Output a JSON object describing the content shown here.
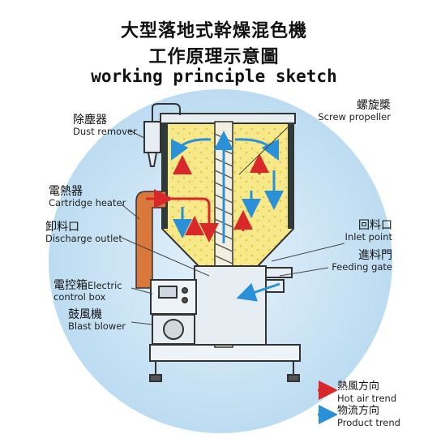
{
  "title": {
    "line1": "大型落地式幹燥混色機",
    "line2": "工作原理示意圖",
    "line3": "working principle sketch"
  },
  "labels": {
    "dust_remover": {
      "cn": "除塵器",
      "en": "Dust remover"
    },
    "screw_propeller": {
      "cn": "螺旋槳",
      "en": "Screw propeller"
    },
    "cartridge_heater": {
      "cn": "電熱器",
      "en": "Cartridge heater"
    },
    "discharge_outlet": {
      "cn": "卸料口",
      "en": "Discharge outlet"
    },
    "inlet_point": {
      "cn": "回料口",
      "en": "Inlet point"
    },
    "feeding_gate": {
      "cn": "進料門",
      "en": "Feeding gate"
    },
    "electric_control_box": {
      "cn": "電控箱",
      "en_inline": "Electric",
      "en_line2": "control box"
    },
    "blast_blower": {
      "cn": "鼓風機",
      "en": "Blast blower"
    }
  },
  "legend": {
    "hot_air": {
      "cn": "熱風方向",
      "en": "Hot air trend",
      "color": "#d8282a"
    },
    "product": {
      "cn": "物流方向",
      "en": "Product trend",
      "color": "#2a90d8"
    }
  },
  "colors": {
    "circle_bg": "#cfe6f5",
    "hopper_fill": "#f7e98a",
    "heater": "#d9783a",
    "machine_outline": "#333333"
  }
}
